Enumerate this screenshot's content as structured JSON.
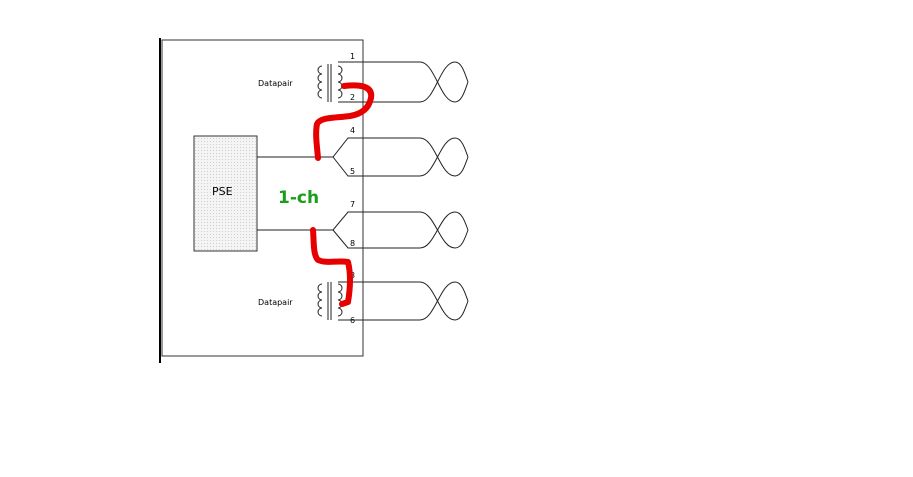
{
  "diagram": {
    "pse_label": "PSE",
    "channel_label": "1-ch",
    "top_transformer_label": "Datapair",
    "bottom_transformer_label": "Datapair",
    "pins": {
      "p1": "1",
      "p2": "2",
      "p4": "4",
      "p5": "5",
      "p7": "7",
      "p8": "8",
      "p3": "3",
      "p6": "6"
    },
    "colors": {
      "channel_text": "#1a9e1a",
      "bridge_wire": "#e60000",
      "pse_fill": "#f2f2f2"
    }
  }
}
